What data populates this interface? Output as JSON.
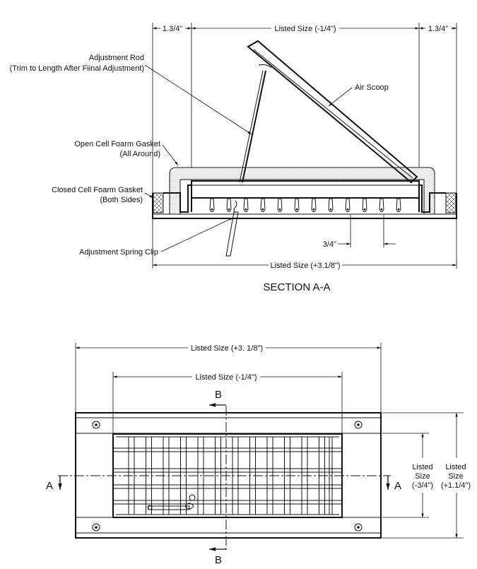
{
  "section": {
    "title": "SECTION A-A",
    "dims": {
      "left_flange": "1.3/4\"",
      "right_flange": "1.3/4\"",
      "listed_top": "Listed Size (-1/4\")",
      "listed_overall": "Listed Size (+3.1/8\")",
      "spacing": "3/4\""
    },
    "callouts": {
      "rod_line1": "Adjustment Rod",
      "rod_line2": "(Trim to Length After Fiinal Adjustment)",
      "scoop": "Air Scoop",
      "open_gasket_line1": "Open Cell Foarm Gasket",
      "open_gasket_line2": "(All Around)",
      "closed_gasket_line1": "Closed Cell Foarm Gasket",
      "closed_gasket_line2": "(Both Sides)",
      "spring_clip": "Adjustment Spring Clip"
    }
  },
  "plan": {
    "dims": {
      "overall": "Listed Size (+3. 1/8\")",
      "inner": "Listed Size (-1/4\")",
      "height_inner_l1": "Listed",
      "height_inner_l2": "Size",
      "height_inner_l3": "(-3/4\")",
      "height_outer_l1": "Listed",
      "height_outer_l2": "Size",
      "height_outer_l3": "(+1.1/4\")"
    },
    "markers": {
      "a_left": "A",
      "a_right": "A",
      "b_top": "B",
      "b_bottom": "B"
    }
  }
}
